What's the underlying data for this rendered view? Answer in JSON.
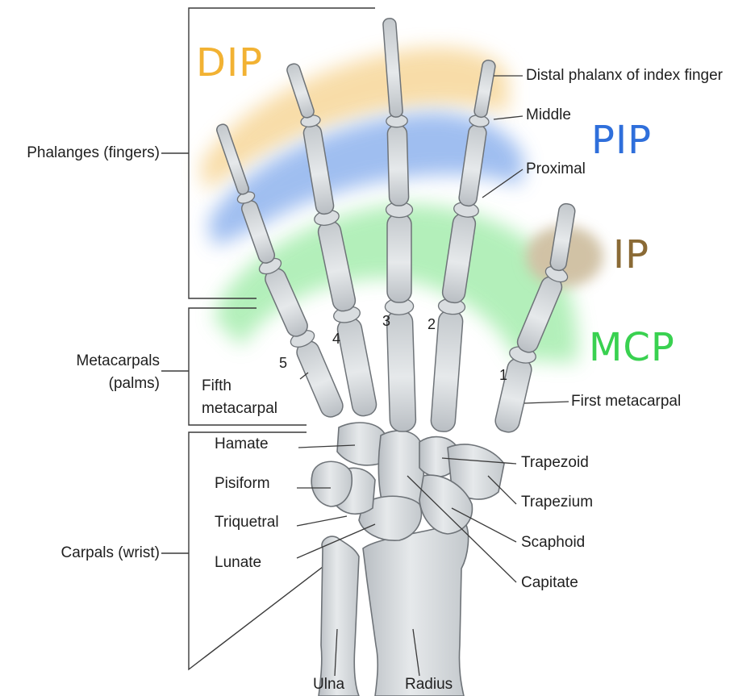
{
  "joints": {
    "dip": {
      "label": "DIP",
      "color": "#F2B233"
    },
    "pip": {
      "label": "PIP",
      "color": "#2F6FDB"
    },
    "ip": {
      "label": "IP",
      "color": "#8A6A35"
    },
    "mcp": {
      "label": "MCP",
      "color": "#39D150"
    }
  },
  "groups": {
    "phalanges": "Phalanges (fingers)",
    "metacarpals_line1": "Metacarpals",
    "metacarpals_line2": "(palms)",
    "carpals": "Carpals (wrist)"
  },
  "labels": {
    "distal_phalanx": "Distal phalanx of index finger",
    "middle": "Middle",
    "proximal": "Proximal",
    "first_metacarpal": "First metacarpal",
    "fifth_metacarpal_line1": "Fifth",
    "fifth_metacarpal_line2": "metacarpal",
    "hamate": "Hamate",
    "pisiform": "Pisiform",
    "triquetral": "Triquetral",
    "lunate": "Lunate",
    "trapezoid": "Trapezoid",
    "trapezium": "Trapezium",
    "scaphoid": "Scaphoid",
    "capitate": "Capitate",
    "ulna": "Ulna",
    "radius": "Radius"
  },
  "digit_numbers": {
    "d1": "1",
    "d2": "2",
    "d3": "3",
    "d4": "4",
    "d5": "5"
  },
  "colors": {
    "bone_fill": "#D9DDE0",
    "bone_stroke": "#6E7378",
    "dip_band": "#F7D79A",
    "pip_band": "#8FB3EE",
    "mcp_band": "#A6EDAE",
    "ip_band": "#C9B896"
  }
}
